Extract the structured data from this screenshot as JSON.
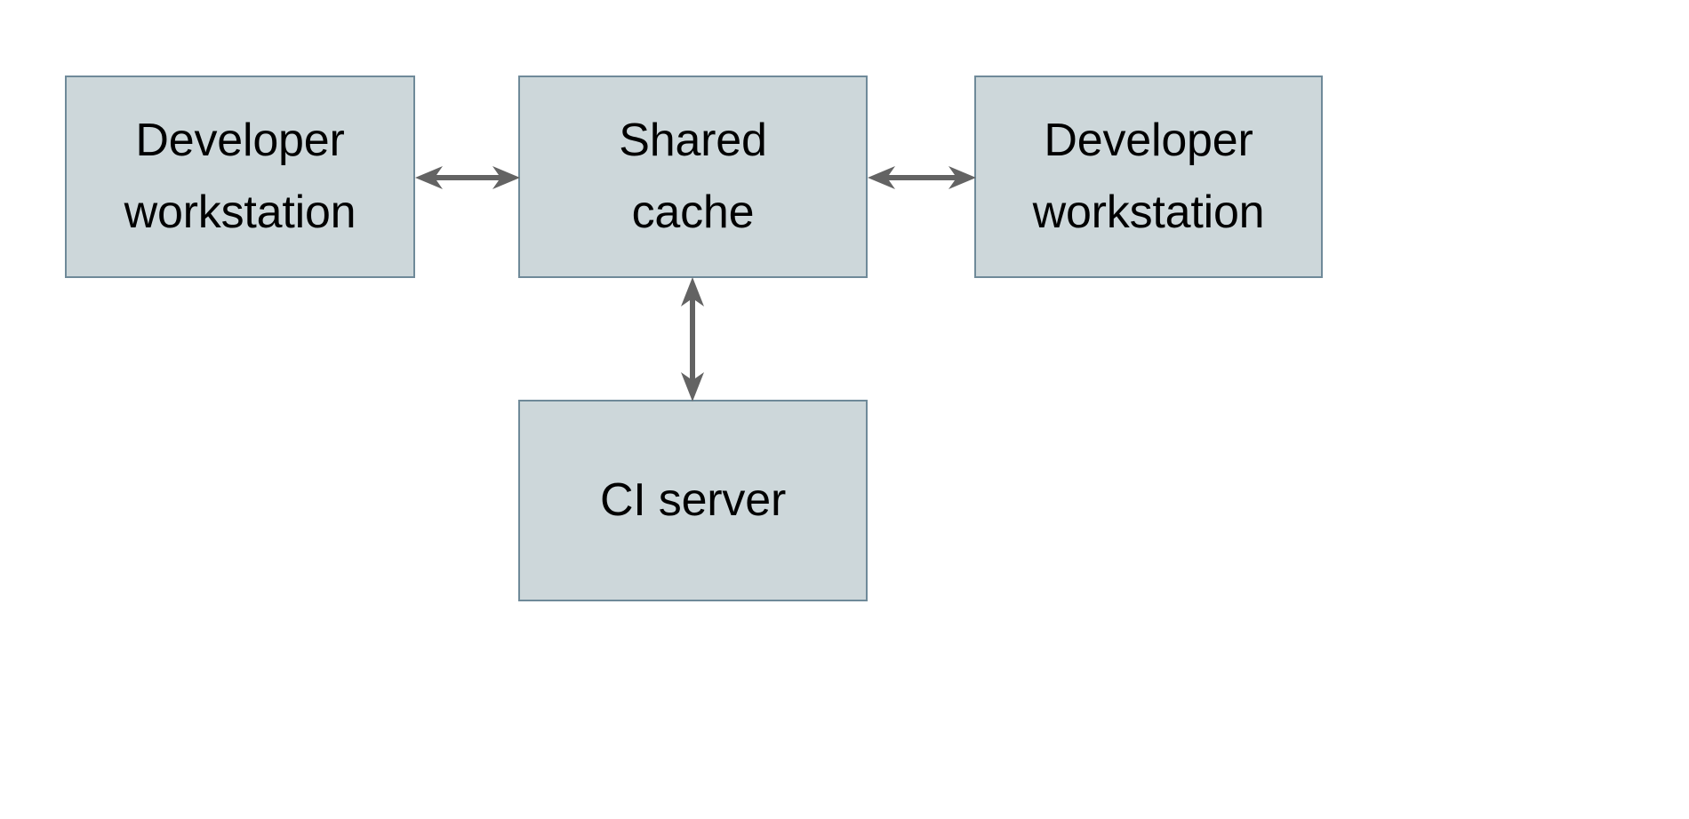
{
  "diagram": {
    "type": "block-diagram",
    "background_color": "#ffffff",
    "node_fill_color": "#cdd7da",
    "node_border_color": "#6f8a99",
    "edge_color": "#636363",
    "text_color": "#000000",
    "nodes": [
      {
        "id": "dev-workstation-left",
        "label": "Developer\nworkstation",
        "shape": "rectangle",
        "position": "top-left"
      },
      {
        "id": "shared-cache",
        "label": "Shared\ncache",
        "shape": "rectangle",
        "position": "top-center"
      },
      {
        "id": "dev-workstation-right",
        "label": "Developer\nworkstation",
        "shape": "rectangle",
        "position": "top-right"
      },
      {
        "id": "ci-server",
        "label": "CI server",
        "shape": "rectangle",
        "position": "bottom-center"
      }
    ],
    "edges": [
      {
        "id": "edge-left-shared",
        "from": "dev-workstation-left",
        "to": "shared-cache",
        "direction": "bidirectional",
        "orientation": "horizontal",
        "label": ""
      },
      {
        "id": "edge-shared-right",
        "from": "shared-cache",
        "to": "dev-workstation-right",
        "direction": "bidirectional",
        "orientation": "horizontal",
        "label": ""
      },
      {
        "id": "edge-shared-ci",
        "from": "shared-cache",
        "to": "ci-server",
        "direction": "bidirectional",
        "orientation": "vertical",
        "label": ""
      }
    ]
  }
}
